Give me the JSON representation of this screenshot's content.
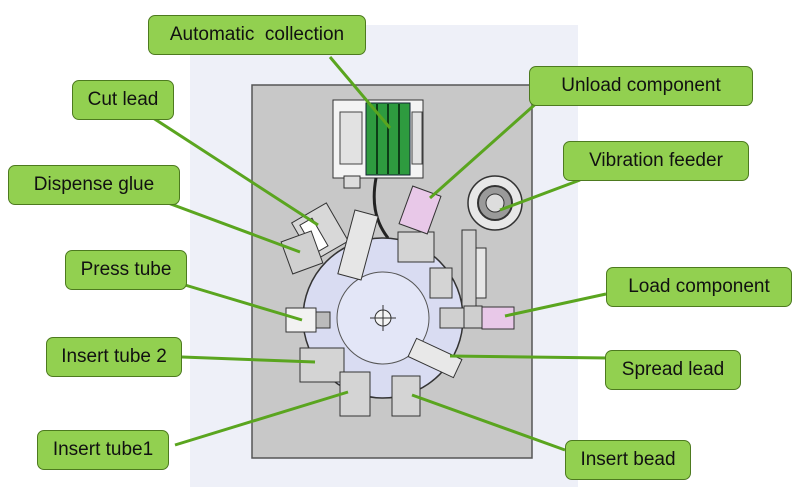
{
  "colors": {
    "callout_fill": "#92d050",
    "callout_border": "#4d7a1f",
    "leader": "#5aa51f",
    "plate": "#c8c8c8",
    "turntable": "#d9dcf2",
    "backdrop": "#eef0f8",
    "collector": "#2e9b3f"
  },
  "callouts": {
    "automatic_collection": "Automatic  collection",
    "cut_lead": "Cut lead",
    "unload_component": "Unload component",
    "vibration_feeder": "Vibration feeder",
    "dispense_glue": "Dispense glue",
    "press_tube": "Press tube",
    "load_component": "Load component",
    "insert_tube_2": "Insert tube 2",
    "spread_lead": "Spread lead",
    "insert_tube1": "Insert tube1",
    "insert_bead": "Insert bead"
  }
}
